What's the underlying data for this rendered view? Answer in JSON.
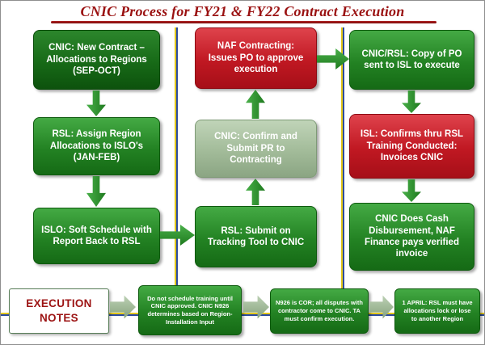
{
  "title": "CNIC Process for FY21 & FY22 Contract Execution",
  "flow": {
    "col1": [
      {
        "text": "CNIC: New Contract – Allocations to Regions  (SEP-OCT)"
      },
      {
        "text": "RSL:  Assign Region Allocations to ISLO's (JAN-FEB)"
      },
      {
        "text": "ISLO:  Soft Schedule with Report Back to RSL"
      }
    ],
    "col2": [
      {
        "text": "NAF Contracting: Issues PO to approve execution"
      },
      {
        "text": "CNIC: Confirm and Submit PR to Contracting"
      },
      {
        "text": "RSL: Submit on Tracking Tool to CNIC"
      }
    ],
    "col3": [
      {
        "text": "CNIC/RSL:  Copy of PO sent to ISL to execute"
      },
      {
        "text": "ISL: Confirms thru RSL Training Conducted: Invoices CNIC"
      },
      {
        "text": "CNIC Does Cash Disbursement, NAF Finance pays verified invoice"
      }
    ]
  },
  "notes": {
    "label": "EXECUTION NOTES",
    "items": [
      "Do not schedule training until CNIC approved. CNIC N926 determines based on Region-Installation Input",
      "N926 is COR; all disputes with contractor come to CNIC. TA must confirm execution.",
      "1 APRIL: RSL must have allocations lock or lose to another Region"
    ]
  },
  "palette": {
    "title_red": "#9a1111",
    "box_green": "#238223",
    "box_dark_green": "#176a17",
    "box_red": "#c01822",
    "box_sage": "#a2bb99",
    "arrow_green": "#2f8f2f",
    "chevron_sage": "#9cb893",
    "line_yellow": "#e3c71c",
    "line_blue": "#2b4ba0",
    "notes_text_red": "#9c1313"
  }
}
